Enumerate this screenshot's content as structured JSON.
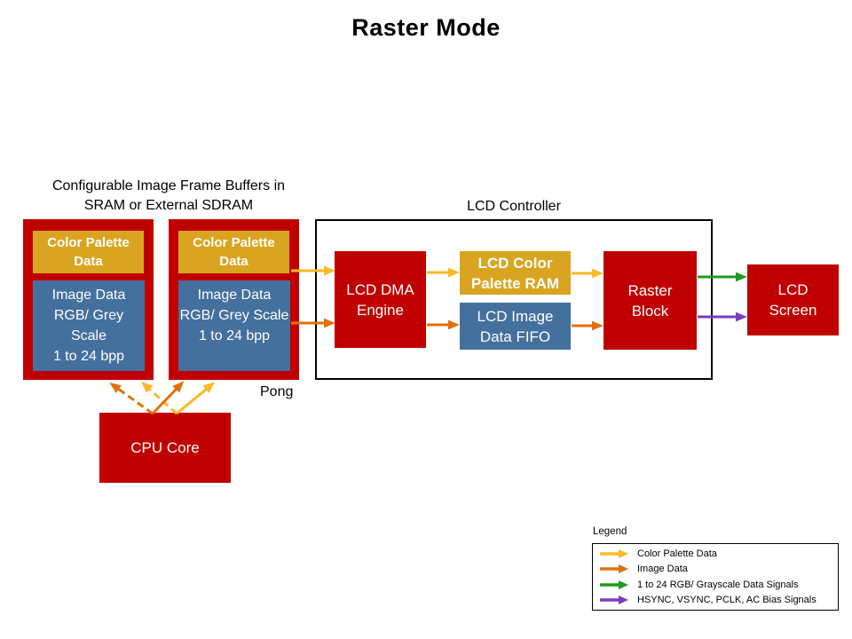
{
  "colors": {
    "red": "#C00000",
    "gold": "#D9A521",
    "blue": "#44709E",
    "yellow": "#FCB826",
    "orange": "#E2700C",
    "green": "#1E9A1E",
    "purple": "#7A3EBE",
    "text": "#000000"
  },
  "title": "Raster Mode",
  "frame_buffers": {
    "caption": "Configurable Image Frame Buffers in\nSRAM or External SDRAM",
    "left": {
      "palette_label": "Color Palette Data",
      "image_label": "Image Data\nRGB/ Grey\nScale\n1 to 24 bpp"
    },
    "right": {
      "palette_label": "Color Palette Data",
      "image_label": "Image Data\nRGB/ Grey Scale\n1 to 24 bpp"
    },
    "pong_label": "Pong"
  },
  "cpu": {
    "label": "CPU Core"
  },
  "lcd_controller": {
    "caption": "LCD Controller",
    "dma_engine": "LCD DMA\nEngine",
    "color_palette_ram": "LCD Color\nPalette RAM",
    "image_data_fifo": "LCD Image\nData FIFO",
    "raster_block": "Raster\nBlock"
  },
  "lcd_screen": {
    "label": "LCD\nScreen"
  },
  "legend": {
    "title": "Legend",
    "items": [
      {
        "label": "Color Palette Data",
        "color": "#FCB826"
      },
      {
        "label": "Image Data",
        "color": "#E2700C"
      },
      {
        "label": "1 to 24 RGB/ Grayscale Data Signals",
        "color": "#1E9A1E"
      },
      {
        "label": "HSYNC, VSYNC, PCLK, AC Bias Signals",
        "color": "#7A3EBE"
      }
    ]
  }
}
